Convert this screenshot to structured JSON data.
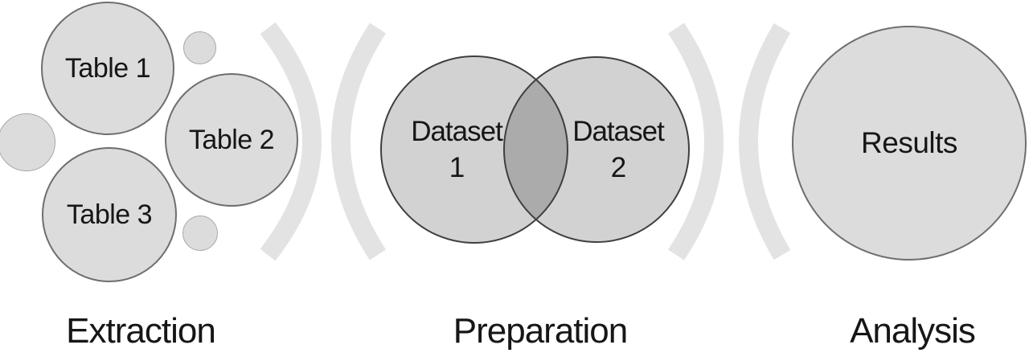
{
  "diagram_title": "data-flow-process",
  "extraction": {
    "stage_label": "Extraction",
    "tables": {
      "t1": "Table 1",
      "t2": "Table 2",
      "t3": "Table 3"
    }
  },
  "preparation": {
    "stage_label": "Preparation",
    "dataset1": {
      "line1": "Dataset",
      "line2": "1"
    },
    "dataset2": {
      "line1": "Dataset",
      "line2": "2"
    }
  },
  "analysis": {
    "stage_label": "Analysis",
    "result_label": "Results"
  },
  "colors": {
    "background": "#ffffff",
    "circle_fill": "#dcdcdc",
    "circle_stroke": "#6e6e6e",
    "small_stroke": "#a8a8a8",
    "venn_fill": "#d2d2d2",
    "venn_overlap": "#ababab",
    "venn_stroke": "#3f3f3f",
    "arc": "#e3e3e3",
    "text": "#161616"
  }
}
